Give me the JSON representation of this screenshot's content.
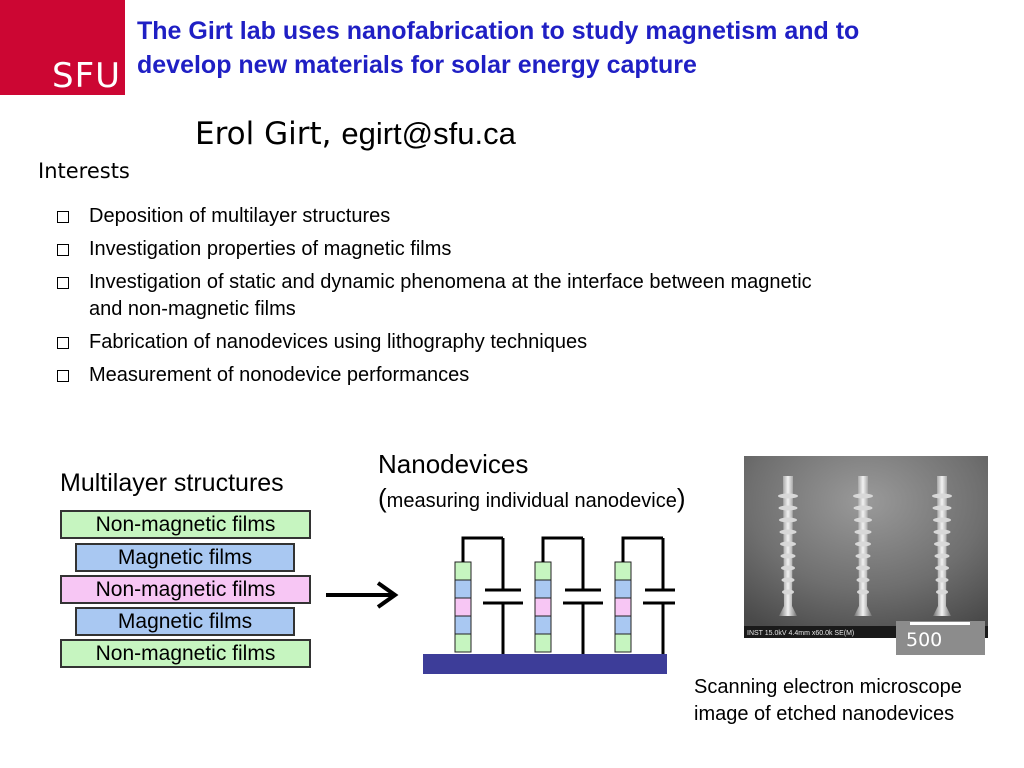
{
  "header": {
    "logo_text": "SFU",
    "title_line1": "The Girt lab uses nanofabrication to study magnetism and to",
    "title_line2": "develop new materials for solar energy capture"
  },
  "author": {
    "name": "Erol Girt,",
    "email": "egirt@sfu.ca"
  },
  "interests": {
    "heading": "Interests",
    "items": [
      "Deposition of multilayer structures",
      "Investigation properties of magnetic films",
      "Investigation of static and dynamic phenomena at the interface between magnetic and non-magnetic films",
      "Fabrication of nanodevices using lithography techniques",
      "Measurement of nonodevice performances"
    ]
  },
  "multilayer": {
    "title": "Multilayer structures",
    "layers": [
      {
        "label": "Non-magnetic films",
        "color": "#c6f5c0"
      },
      {
        "label": "Magnetic films",
        "color": "#a9c8f2"
      },
      {
        "label": "Non-magnetic films",
        "color": "#f7c6f4"
      },
      {
        "label": "Magnetic films",
        "color": "#a9c8f2"
      },
      {
        "label": "Non-magnetic films",
        "color": "#c6f5c0"
      }
    ]
  },
  "nanodevices": {
    "title": "Nanodevices",
    "subtitle_open": "(",
    "subtitle_text": "measuring individual nanodevice",
    "subtitle_close": ")",
    "substrate_color": "#3d3d99"
  },
  "sem": {
    "info_bar": "INST 15.0kV 4.4mm x60.0k SE(M)",
    "scale_label": "500",
    "caption_line1": "Scanning electron microscope",
    "caption_line2": "image of etched nanodevices"
  }
}
